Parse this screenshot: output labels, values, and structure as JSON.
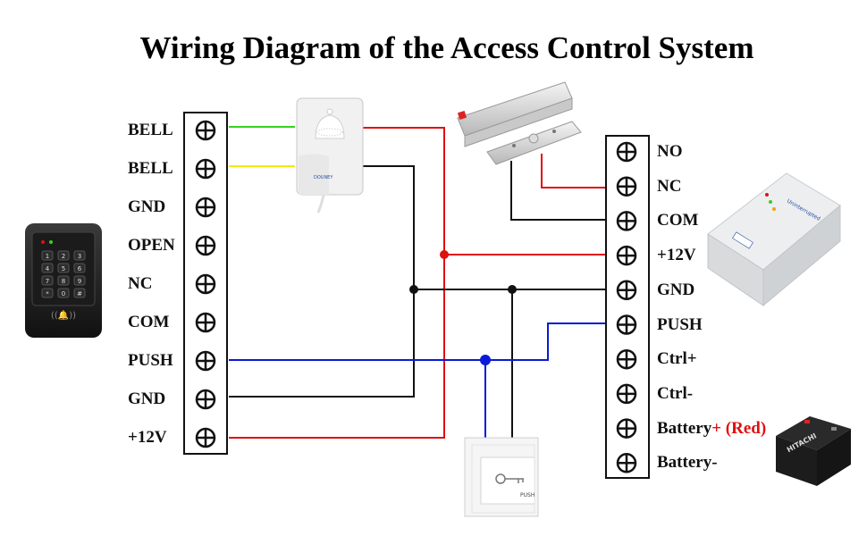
{
  "title": "Wiring Diagram of the Access Control System",
  "colors": {
    "red_wire": "#e01010",
    "black_wire": "#111111",
    "blue_wire": "#0a1ad8",
    "green_wire": "#38d020",
    "yellow_wire": "#f2ea10",
    "terminal_border": "#111111",
    "text": "#111111"
  },
  "controller_terminals": [
    "BELL",
    "BELL",
    "GND",
    "OPEN",
    "NC",
    "COM",
    "PUSH",
    "GND",
    "+12V"
  ],
  "power_supply_terminals": [
    "NO",
    "NC",
    "COM",
    "+12V",
    "GND",
    "PUSH",
    "Ctrl+",
    "Ctrl-",
    "Battery",
    "Battery-"
  ],
  "battery_note": {
    "plus": "+",
    "red": "(Red)"
  },
  "keypad_keys": [
    "1",
    "2",
    "3",
    "4",
    "5",
    "6",
    "7",
    "8",
    "9",
    "*",
    "0",
    "#"
  ],
  "bell_brand": "DOUNEY",
  "exit_button_label": "PUSH",
  "battery_brand": "HITACHI",
  "psu_label": "Uninterrupted"
}
